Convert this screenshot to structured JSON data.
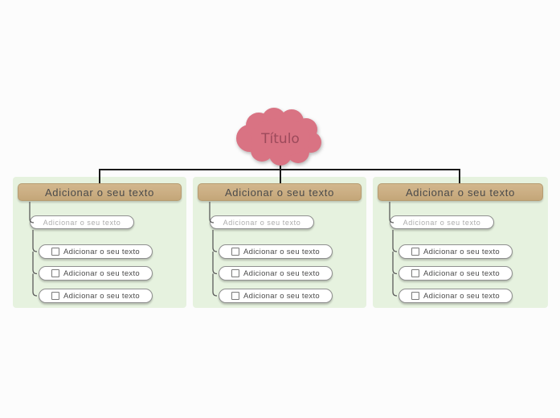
{
  "canvas": {
    "background": "#fcfcfc"
  },
  "root_topic": {
    "label": "Título",
    "fill": "#d97383",
    "text_color": "#9c4a5b"
  },
  "branches": [
    {
      "header": {
        "label": "Adicionar o seu texto"
      },
      "subtopic": {
        "label": "Adicionar o seu texto"
      },
      "tasks": [
        {
          "label": "Adicionar o seu texto",
          "checked": false
        },
        {
          "label": "Adicionar o seu texto",
          "checked": false
        },
        {
          "label": "Adicionar o seu texto",
          "checked": false
        }
      ]
    },
    {
      "header": {
        "label": "Adicionar o seu texto"
      },
      "subtopic": {
        "label": "Adicionar o seu texto"
      },
      "tasks": [
        {
          "label": "Adicionar o seu texto",
          "checked": false
        },
        {
          "label": "Adicionar o seu texto",
          "checked": false
        },
        {
          "label": "Adicionar o seu texto",
          "checked": false
        }
      ]
    },
    {
      "header": {
        "label": "Adicionar o seu texto"
      },
      "subtopic": {
        "label": "Adicionar o seu texto"
      },
      "tasks": [
        {
          "label": "Adicionar o seu texto",
          "checked": false
        },
        {
          "label": "Adicionar o seu texto",
          "checked": false
        },
        {
          "label": "Adicionar o seu texto",
          "checked": false
        }
      ]
    }
  ],
  "colors": {
    "branch_panel": "#e6f2df",
    "header_fill": "#cbae83",
    "header_border": "#b69c72",
    "header_text": "#4a4a4a",
    "subtopic_text": "#ababab",
    "task_text": "#4a4a4a",
    "pill_border": "#8f8f8f",
    "connector_main": "#1a1a1a",
    "connector_branch": "#5b5b5b"
  }
}
